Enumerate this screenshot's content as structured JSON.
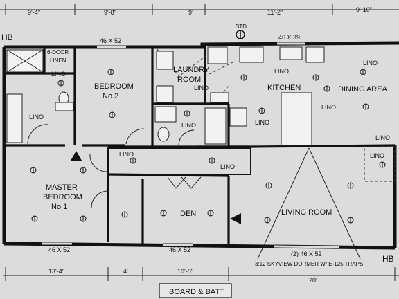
{
  "dimensions_top": [
    "9'-4\"",
    "9'-8\"",
    "9'",
    "11'-2\"",
    "9'-10\""
  ],
  "dimensions_bottom": [
    "13'-4\"",
    "4'",
    "10'-8\"",
    "20'"
  ],
  "hb_left": "HB",
  "hb_right": "HB",
  "std": "STD",
  "window_top_left": "46 X 52",
  "window_top_right": "46 X 39",
  "window_bottom_left": "46 X 52",
  "window_bottom_mid": "46 X 52",
  "window_bottom_right": "(2) 46 X 52",
  "rooms": {
    "linen": [
      "6-DOOR",
      "LINEN"
    ],
    "bedroom2": [
      "BEDROOM",
      "No.2"
    ],
    "laundry": [
      "LAUNDRY",
      "ROOM"
    ],
    "kitchen": "KITCHEN",
    "dining": "DINING AREA",
    "master": [
      "MASTER",
      "BEDROOM",
      "No.1"
    ],
    "den": "DEN",
    "living": "LIVING ROOM"
  },
  "lino": "LINO",
  "dormer_note": "3:12 SKYVIEW DORMER W/ E-125 TRAPS",
  "siding": "BOARD & BATT"
}
